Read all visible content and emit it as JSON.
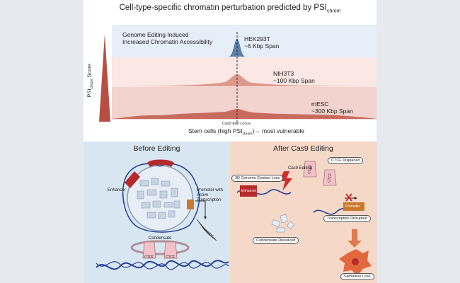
{
  "title": {
    "main": "Cell-type-specific chromatin perturbation predicted by PSI",
    "sub": "chrom"
  },
  "yaxis": {
    "prefix": "PSI",
    "sub": "chrom",
    "suffix": " Score"
  },
  "bands": [
    {
      "label_line1": "Genome Editing Induced",
      "label_line2": "Increased Chromatin Accessibility"
    },
    {
      "cell": "HEK293T",
      "span": "~6 Kbp Span"
    },
    {
      "cell": "NIH3T3",
      "span": "~100 Kbp Span"
    },
    {
      "cell": "mESC",
      "span": "~300 Kbp Span"
    }
  ],
  "locus_label": "Cas9 Edit Locus",
  "xaxis": {
    "prefix": "Stem cells (high PSI",
    "sub": "chrom",
    "suffix": ")→ most vulnerable"
  },
  "before": {
    "title": "Before Editing",
    "enhancer": "Enhancer",
    "promoter_line1": "Promoter with",
    "promoter_line2": "Active Transcription",
    "condensate": "Condensate",
    "ctcf1": "CTCF",
    "ctcf2": "CTCF"
  },
  "after": {
    "title": "After Cas9 Editing",
    "cas9": "Cas9 Editing",
    "contact_loss": "3D Genome Contact Loss",
    "ctcf_displaced": "CTCF Displaced",
    "ctcf1": "CTCF",
    "ctcf2": "CTCF",
    "enhancer": "Enhancer",
    "promoter": "Promoter",
    "transcription": "Transcription Disrupted",
    "condensate_dissolved": "Condensate Dissolved",
    "stemness": "Stemness Loss"
  },
  "colors": {
    "band1": "#e6eef8",
    "band2": "#fbe7e3",
    "band3": "#f3d3cd",
    "peak_blue": "#5b80aa",
    "peak_red": "#c86b5f",
    "enhancer": "#b52a2a",
    "promoter": "#c97a2c",
    "dna": "#24409a"
  }
}
